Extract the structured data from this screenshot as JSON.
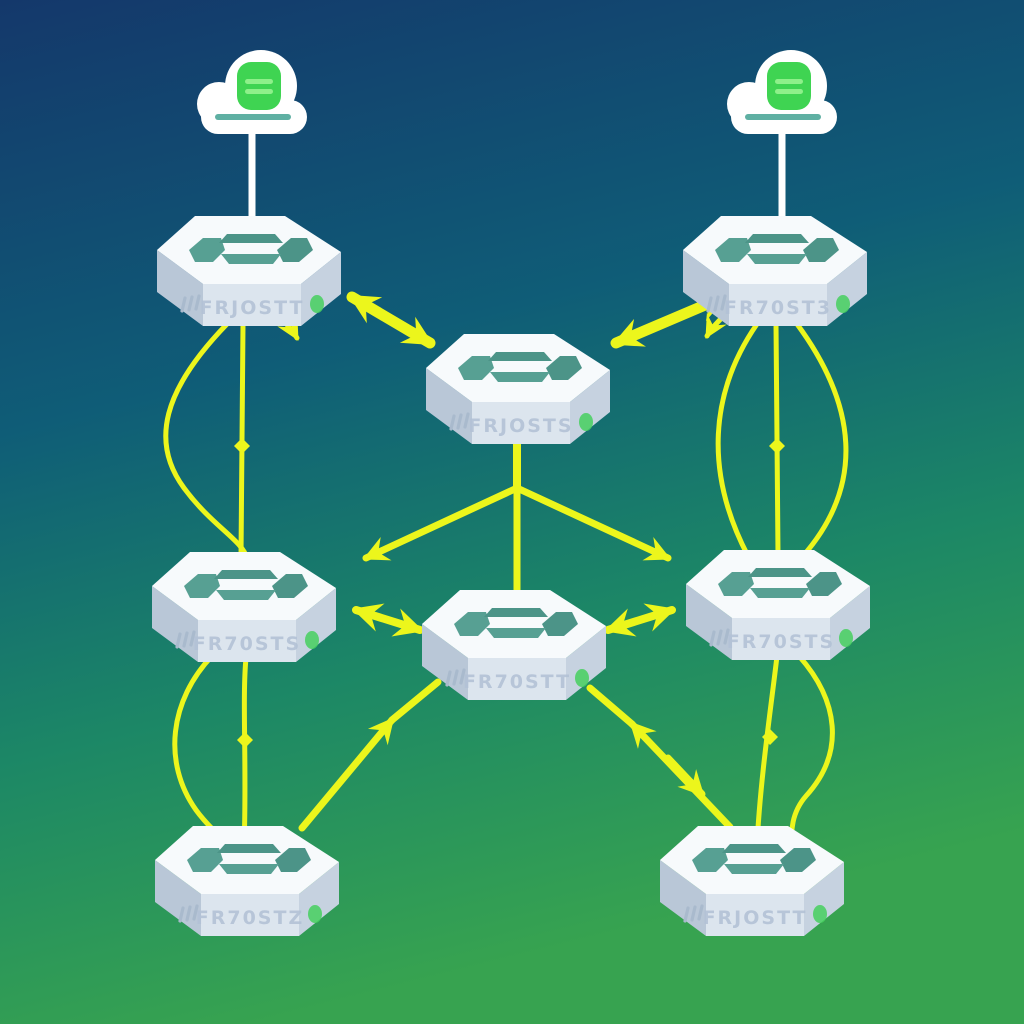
{
  "diagram": {
    "description": "Isometric network diagram of eight hexagonal server nodes connected by yellow arrows, fed by two cloud database icons, on a blue-to-green gradient background."
  },
  "colors": {
    "edge_yellow": "#ecf61c",
    "node_top_face": "#f7fafc",
    "node_front_face": "#dce5ee",
    "node_left_face": "#b9c7d7",
    "node_right_face": "#c6d2e0",
    "node_decoration_teal": "#57a093",
    "node_label_text": "#b3c2d6",
    "leaf_green": "#45d05e",
    "cloud_white": "#ffffff",
    "cloud_server_green": "#3fd452",
    "cloud_server_lines": "#8ef08a",
    "cloud_underline_teal": "#5fb0a3",
    "background_top": "#14386b",
    "background_middle": "#0f5d77",
    "background_bottom": "#37a350"
  },
  "clouds": [
    {
      "id": "cloud-left",
      "icon": "cloud-database-icon"
    },
    {
      "id": "cloud-right",
      "icon": "cloud-database-icon"
    }
  ],
  "nodes": [
    {
      "id": "node-top-left",
      "label": "FRJOSTT"
    },
    {
      "id": "node-top-right",
      "label": "FR70ST3"
    },
    {
      "id": "node-mid-top",
      "label": "FRJOSTS"
    },
    {
      "id": "node-mid-left",
      "label": "FR70STS"
    },
    {
      "id": "node-center",
      "label": "FR70STT"
    },
    {
      "id": "node-mid-right",
      "label": "FR70STS"
    },
    {
      "id": "node-bottom-left",
      "label": "FR70STZ"
    },
    {
      "id": "node-bottom-right",
      "label": "FRJOSTT"
    }
  ],
  "edges": [
    {
      "from": "cloud-left",
      "to": "node-top-left",
      "type": "stem-line"
    },
    {
      "from": "cloud-right",
      "to": "node-top-right",
      "type": "stem-line"
    },
    {
      "from": "node-top-left",
      "to": "node-mid-top",
      "type": "double-headed-arrow"
    },
    {
      "from": "node-top-right",
      "to": "node-mid-top",
      "type": "double-headed-arrow"
    },
    {
      "from": "node-top-left",
      "direction": "down-right",
      "type": "small-curved-arrow"
    },
    {
      "from": "node-top-right",
      "direction": "down-left",
      "type": "small-curved-arrow"
    },
    {
      "from": "node-mid-top",
      "to": "node-mid-left",
      "type": "arrow"
    },
    {
      "from": "node-mid-top",
      "to": "node-center",
      "type": "line"
    },
    {
      "from": "node-mid-top",
      "to": "node-mid-right",
      "type": "arrow"
    },
    {
      "from": "node-top-left",
      "to": "node-mid-left",
      "type": "curved-line"
    },
    {
      "from": "node-top-left",
      "to": "node-mid-left",
      "type": "straight-line-with-diamond"
    },
    {
      "from": "node-top-right",
      "to": "node-mid-right",
      "type": "curved-line-left"
    },
    {
      "from": "node-top-right",
      "to": "node-mid-right",
      "type": "straight-line-with-diamond"
    },
    {
      "from": "node-top-right",
      "to": "node-mid-right",
      "type": "curved-line-right"
    },
    {
      "from": "node-mid-left",
      "to": "node-center",
      "type": "double-headed-arrow"
    },
    {
      "from": "node-center",
      "to": "node-mid-right",
      "type": "double-headed-arrow"
    },
    {
      "from": "node-bottom-left",
      "to": "node-center",
      "type": "arrow"
    },
    {
      "from": "node-bottom-right",
      "to": "node-center",
      "type": "double-headed-arrow-diagonal"
    },
    {
      "from": "node-mid-left",
      "to": "node-bottom-left",
      "type": "curved-line"
    },
    {
      "from": "node-mid-left",
      "to": "node-bottom-left",
      "type": "straight-line-with-diamond"
    },
    {
      "from": "node-mid-right",
      "to": "node-bottom-right",
      "type": "straight-line-with-diamond"
    },
    {
      "from": "node-mid-right",
      "to": "node-bottom-right",
      "type": "curved-line"
    }
  ]
}
